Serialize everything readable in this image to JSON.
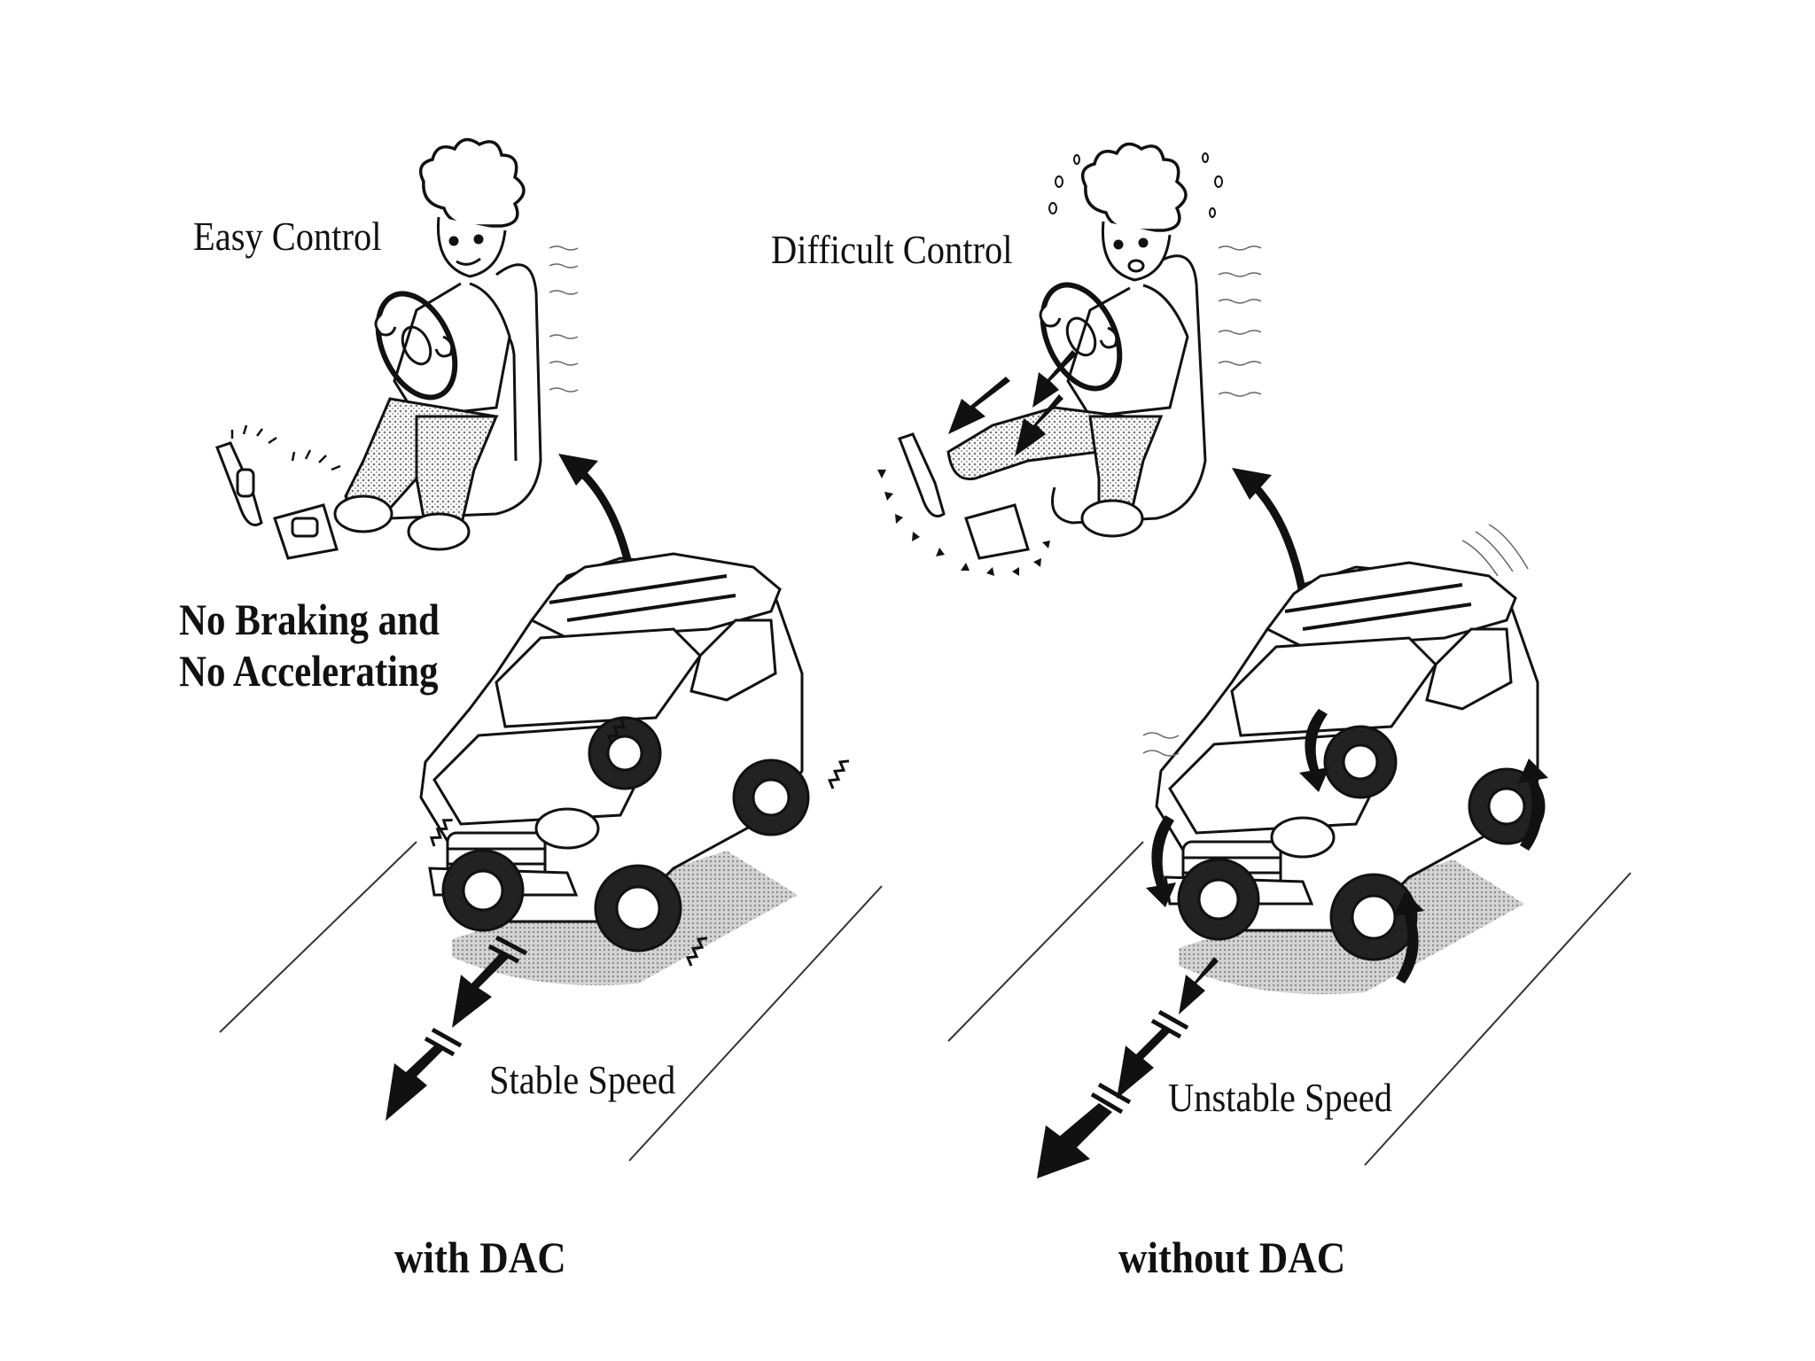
{
  "left_panel": {
    "driver_state": "Easy Control",
    "pedal_note_line1": "No Braking and",
    "pedal_note_line2": "No Accelerating",
    "speed_label": "Stable Speed",
    "caption": "with DAC"
  },
  "right_panel": {
    "driver_state": "Difficult Control",
    "speed_label": "Unstable Speed",
    "caption": "without DAC"
  },
  "colors": {
    "ink": "#111111",
    "shadow": "#b8b8b8",
    "background": "#ffffff"
  }
}
